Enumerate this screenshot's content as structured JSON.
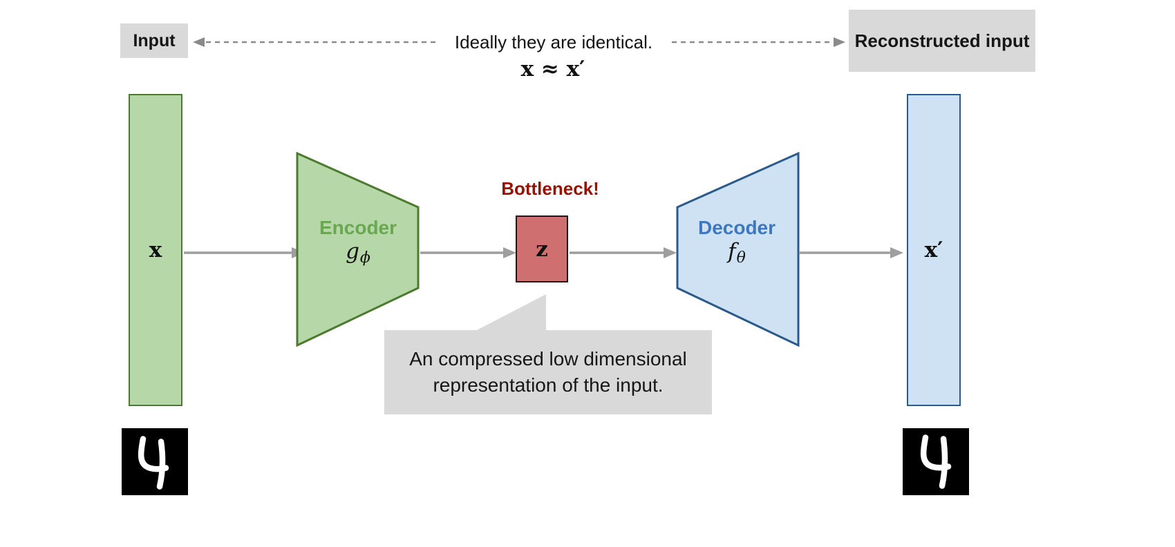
{
  "header": {
    "input_label": "Input",
    "identical_text": "Ideally they are identical.",
    "approx_formula": "x ≈ x′",
    "reconstructed_label": "Reconstructed input"
  },
  "diagram": {
    "input_vector_label": "x",
    "encoder_name": "Encoder",
    "encoder_symbol": "g",
    "encoder_subscript": "ϕ",
    "bottleneck_title": "Bottleneck!",
    "latent_label": "z",
    "decoder_name": "Decoder",
    "decoder_symbol": "f",
    "decoder_subscript": "θ",
    "output_vector_label": "x′",
    "callout_text": "An compressed low dimensional representation of the input.",
    "digit_left": "4",
    "digit_right": "4"
  },
  "colors": {
    "encoder_fill": "#b6d7a8",
    "encoder_border": "#4c7a2e",
    "encoder_text": "#6aa84f",
    "bottleneck_fill": "#cf6f6f",
    "bottleneck_text": "#991100",
    "decoder_fill": "#cfe2f3",
    "decoder_border": "#2a5a8c",
    "decoder_text": "#3d78be",
    "label_box_bg": "#d9d9d9",
    "arrow": "#9e9e9e",
    "dashed_arrow": "#8a8a8a"
  }
}
